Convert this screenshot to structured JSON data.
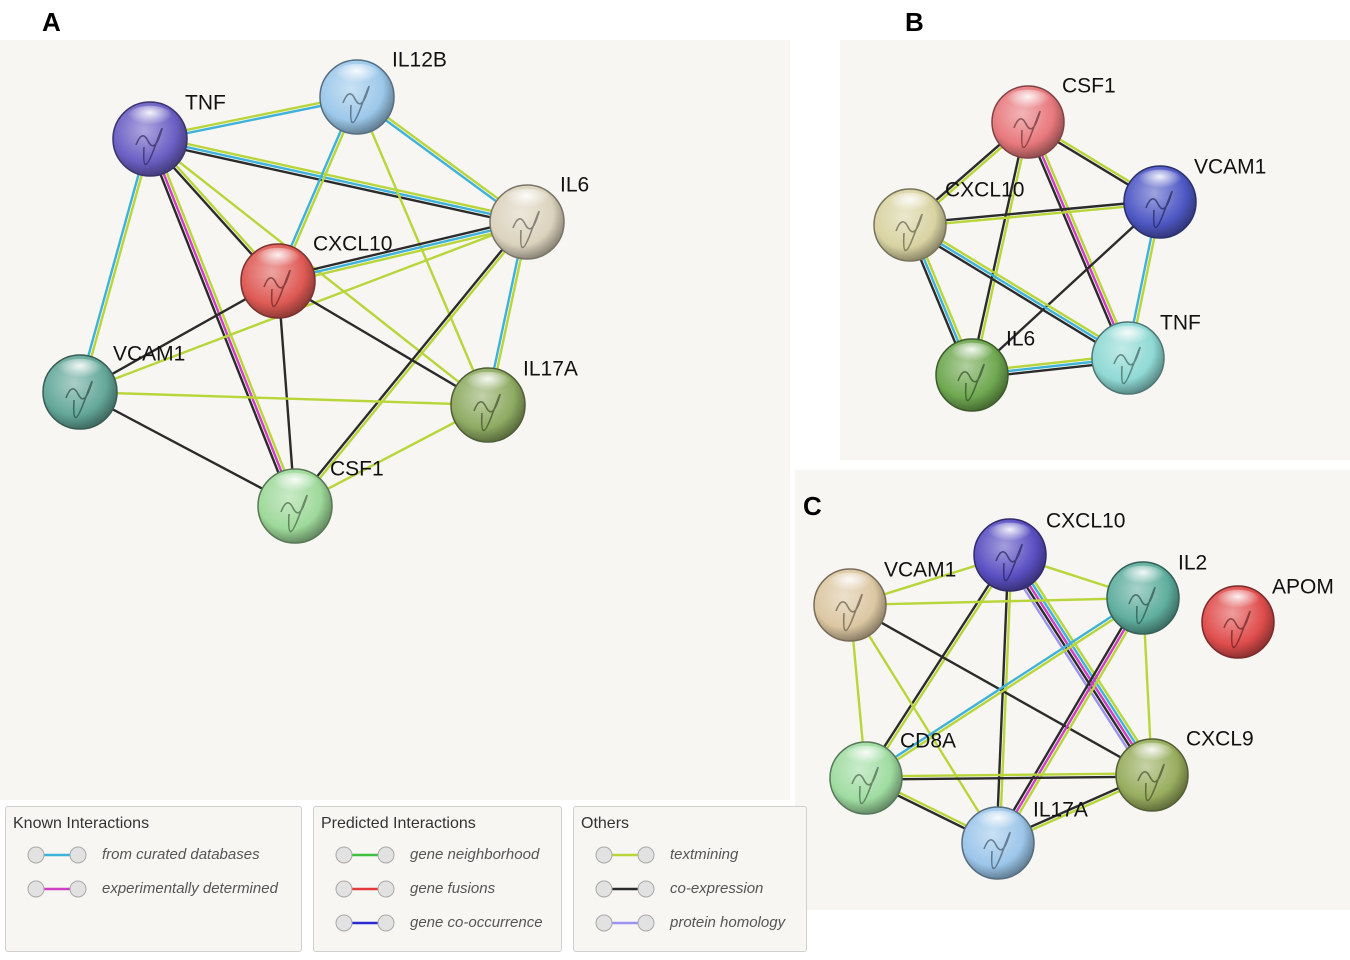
{
  "panels": [
    {
      "letter": "A",
      "nodes": [
        {
          "id": "TNF",
          "label": "TNF",
          "color": "#6b5fc4"
        },
        {
          "id": "IL12B",
          "label": "IL12B",
          "color": "#9cc8ea"
        },
        {
          "id": "IL6",
          "label": "IL6",
          "color": "#dcd3bd"
        },
        {
          "id": "CXCL10",
          "label": "CXCL10",
          "color": "#df5a55"
        },
        {
          "id": "VCAM1",
          "label": "VCAM1",
          "color": "#64a89a"
        },
        {
          "id": "IL17A",
          "label": "IL17A",
          "color": "#8eab62"
        },
        {
          "id": "CSF1",
          "label": "CSF1",
          "color": "#9ed99a"
        }
      ],
      "edges": [
        {
          "source": "TNF",
          "target": "IL12B",
          "types": [
            "textmining",
            "curated"
          ]
        },
        {
          "source": "TNF",
          "target": "IL6",
          "types": [
            "textmining",
            "curated",
            "coexpression"
          ]
        },
        {
          "source": "TNF",
          "target": "CXCL10",
          "types": [
            "textmining",
            "coexpression"
          ]
        },
        {
          "source": "TNF",
          "target": "VCAM1",
          "types": [
            "textmining",
            "curated"
          ]
        },
        {
          "source": "TNF",
          "target": "CSF1",
          "types": [
            "textmining",
            "experimental",
            "coexpression"
          ]
        },
        {
          "source": "TNF",
          "target": "IL17A",
          "types": [
            "textmining"
          ]
        },
        {
          "source": "IL12B",
          "target": "IL6",
          "types": [
            "textmining",
            "curated"
          ]
        },
        {
          "source": "IL12B",
          "target": "CXCL10",
          "types": [
            "textmining",
            "curated"
          ]
        },
        {
          "source": "IL12B",
          "target": "IL17A",
          "types": [
            "textmining"
          ]
        },
        {
          "source": "IL6",
          "target": "CXCL10",
          "types": [
            "textmining",
            "curated",
            "coexpression"
          ]
        },
        {
          "source": "IL6",
          "target": "VCAM1",
          "types": [
            "textmining"
          ]
        },
        {
          "source": "IL6",
          "target": "IL17A",
          "types": [
            "textmining",
            "curated"
          ]
        },
        {
          "source": "IL6",
          "target": "CSF1",
          "types": [
            "textmining",
            "coexpression"
          ]
        },
        {
          "source": "CXCL10",
          "target": "VCAM1",
          "types": [
            "coexpression"
          ]
        },
        {
          "source": "CXCL10",
          "target": "IL17A",
          "types": [
            "coexpression"
          ]
        },
        {
          "source": "CXCL10",
          "target": "CSF1",
          "types": [
            "coexpression"
          ]
        },
        {
          "source": "VCAM1",
          "target": "IL17A",
          "types": [
            "textmining"
          ]
        },
        {
          "source": "VCAM1",
          "target": "CSF1",
          "types": [
            "coexpression"
          ]
        },
        {
          "source": "IL17A",
          "target": "CSF1",
          "types": [
            "textmining"
          ]
        }
      ]
    },
    {
      "letter": "B",
      "nodes": [
        {
          "id": "CSF1",
          "label": "CSF1",
          "color": "#e8797d"
        },
        {
          "id": "VCAM1",
          "label": "VCAM1",
          "color": "#4e58c4"
        },
        {
          "id": "CXCL10",
          "label": "CXCL10",
          "color": "#d9d3a2"
        },
        {
          "id": "IL6",
          "label": "IL6",
          "color": "#6fa850"
        },
        {
          "id": "TNF",
          "label": "TNF",
          "color": "#8fd9d4"
        }
      ],
      "edges": [
        {
          "source": "CSF1",
          "target": "VCAM1",
          "types": [
            "textmining",
            "coexpression"
          ]
        },
        {
          "source": "CSF1",
          "target": "CXCL10",
          "types": [
            "textmining",
            "coexpression"
          ]
        },
        {
          "source": "CSF1",
          "target": "IL6",
          "types": [
            "textmining",
            "coexpression"
          ]
        },
        {
          "source": "CSF1",
          "target": "TNF",
          "types": [
            "textmining",
            "experimental",
            "coexpression"
          ]
        },
        {
          "source": "VCAM1",
          "target": "CXCL10",
          "types": [
            "textmining",
            "coexpression"
          ]
        },
        {
          "source": "VCAM1",
          "target": "IL6",
          "types": [
            "coexpression"
          ]
        },
        {
          "source": "VCAM1",
          "target": "TNF",
          "types": [
            "textmining",
            "curated"
          ]
        },
        {
          "source": "CXCL10",
          "target": "IL6",
          "types": [
            "textmining",
            "curated",
            "coexpression"
          ]
        },
        {
          "source": "CXCL10",
          "target": "TNF",
          "types": [
            "textmining",
            "curated",
            "coexpression"
          ]
        },
        {
          "source": "IL6",
          "target": "TNF",
          "types": [
            "textmining",
            "curated",
            "coexpression"
          ]
        }
      ]
    },
    {
      "letter": "C",
      "nodes": [
        {
          "id": "CXCL10",
          "label": "CXCL10",
          "color": "#5a4fc2"
        },
        {
          "id": "VCAM1",
          "label": "VCAM1",
          "color": "#dcc7a2"
        },
        {
          "id": "IL2",
          "label": "IL2",
          "color": "#5fae9e"
        },
        {
          "id": "APOM",
          "label": "APOM",
          "color": "#e04d4d"
        },
        {
          "id": "CD8A",
          "label": "CD8A",
          "color": "#9fdca1"
        },
        {
          "id": "CXCL9",
          "label": "CXCL9",
          "color": "#98ad5e"
        },
        {
          "id": "IL17A",
          "label": "IL17A",
          "color": "#9cc6ea"
        }
      ],
      "edges": [
        {
          "source": "CXCL10",
          "target": "VCAM1",
          "types": [
            "textmining"
          ]
        },
        {
          "source": "CXCL10",
          "target": "IL2",
          "types": [
            "textmining"
          ]
        },
        {
          "source": "CXCL10",
          "target": "CD8A",
          "types": [
            "textmining",
            "coexpression"
          ]
        },
        {
          "source": "CXCL10",
          "target": "CXCL9",
          "types": [
            "textmining",
            "curated",
            "experimental",
            "coexpression",
            "homology"
          ]
        },
        {
          "source": "CXCL10",
          "target": "IL17A",
          "types": [
            "textmining",
            "coexpression"
          ]
        },
        {
          "source": "VCAM1",
          "target": "IL2",
          "types": [
            "textmining"
          ]
        },
        {
          "source": "VCAM1",
          "target": "CD8A",
          "types": [
            "textmining"
          ]
        },
        {
          "source": "VCAM1",
          "target": "CXCL9",
          "types": [
            "coexpression"
          ]
        },
        {
          "source": "VCAM1",
          "target": "IL17A",
          "types": [
            "textmining"
          ]
        },
        {
          "source": "IL2",
          "target": "CD8A",
          "types": [
            "textmining",
            "curated"
          ]
        },
        {
          "source": "IL2",
          "target": "CXCL9",
          "types": [
            "textmining"
          ]
        },
        {
          "source": "IL2",
          "target": "IL17A",
          "types": [
            "textmining",
            "experimental",
            "coexpression"
          ]
        },
        {
          "source": "CD8A",
          "target": "CXCL9",
          "types": [
            "textmining",
            "coexpression"
          ]
        },
        {
          "source": "CD8A",
          "target": "IL17A",
          "types": [
            "textmining",
            "coexpression"
          ]
        },
        {
          "source": "CXCL9",
          "target": "IL17A",
          "types": [
            "textmining",
            "coexpression"
          ]
        }
      ]
    }
  ],
  "edge_colors": {
    "curated": "#3fb2d9",
    "experimental": "#cf3fc3",
    "neighborhood": "#3fbf3f",
    "fusion": "#e23a3a",
    "cooccurrence": "#2b2bd1",
    "textmining": "#b8d63a",
    "coexpression": "#2b2b2b",
    "homology": "#9a92ee"
  },
  "legend": [
    {
      "title": "Known Interactions",
      "items": [
        {
          "type": "curated",
          "label": "from curated databases"
        },
        {
          "type": "experimental",
          "label": "experimentally determined"
        }
      ]
    },
    {
      "title": "Predicted Interactions",
      "items": [
        {
          "type": "neighborhood",
          "label": "gene neighborhood"
        },
        {
          "type": "fusion",
          "label": "gene fusions"
        },
        {
          "type": "cooccurrence",
          "label": "gene co-occurrence"
        }
      ]
    },
    {
      "title": "Others",
      "items": [
        {
          "type": "textmining",
          "label": "textmining"
        },
        {
          "type": "coexpression",
          "label": "co-expression"
        },
        {
          "type": "homology",
          "label": "protein homology"
        }
      ]
    }
  ]
}
